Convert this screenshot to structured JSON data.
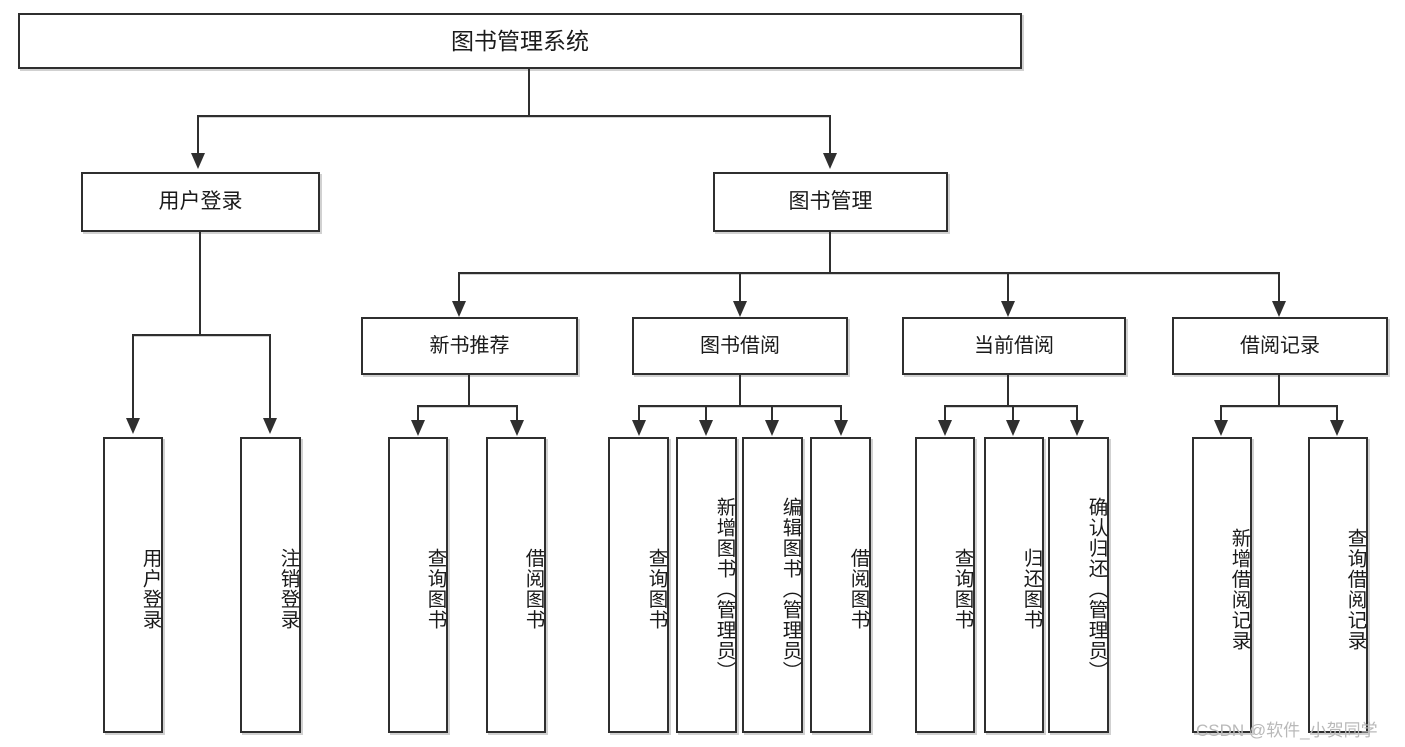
{
  "diagram": {
    "title": "图书管理系统",
    "root": {
      "label": "图书管理系统"
    },
    "level1": [
      {
        "label": "用户登录"
      },
      {
        "label": "图书管理"
      }
    ],
    "level2": [
      {
        "label": "新书推荐"
      },
      {
        "label": "图书借阅"
      },
      {
        "label": "当前借阅"
      },
      {
        "label": "借阅记录"
      }
    ],
    "leaves": {
      "user_login": [
        {
          "label": "用户登录"
        },
        {
          "label": "注销登录"
        }
      ],
      "new_book_recommend": [
        {
          "label": "查询图书"
        },
        {
          "label": "借阅图书"
        }
      ],
      "book_borrow": [
        {
          "label": "查询图书"
        },
        {
          "label": "新增图书（管理员）"
        },
        {
          "label": "编辑图书（管理员）"
        },
        {
          "label": "借阅图书"
        }
      ],
      "current_borrow": [
        {
          "label": "查询图书"
        },
        {
          "label": "归还图书"
        },
        {
          "label": "确认归还（管理员）"
        }
      ],
      "borrow_records": [
        {
          "label": "新增借阅记录"
        },
        {
          "label": "查询借阅记录"
        }
      ]
    }
  },
  "watermark": {
    "text": "CSDN @软件_小贺同学"
  },
  "colors": {
    "stroke": "#2f2f2f",
    "fill": "#ffffff",
    "text": "#1a1a1a",
    "watermark": "#b9b9b9"
  }
}
